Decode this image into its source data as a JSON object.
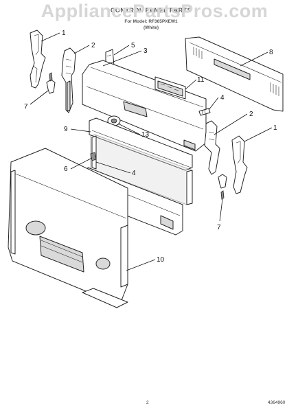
{
  "header": {
    "watermark": "AppliancePartsPros.com",
    "title": "CONTROL PANEL PARTS",
    "for_models": "For Model: RF365PXEW1",
    "color": "(White)"
  },
  "callouts": {
    "c1a": "1",
    "c2a": "2",
    "c5": "5",
    "c3": "3",
    "c8": "8",
    "c7a": "7",
    "c11": "11",
    "c4a": "4",
    "c2b": "2",
    "c1b": "1",
    "c9": "9",
    "c13": "13",
    "c6": "6",
    "c4b": "4",
    "c7b": "7",
    "c10": "10"
  },
  "footer": {
    "page_number": "2",
    "doc_number": "4364960"
  }
}
